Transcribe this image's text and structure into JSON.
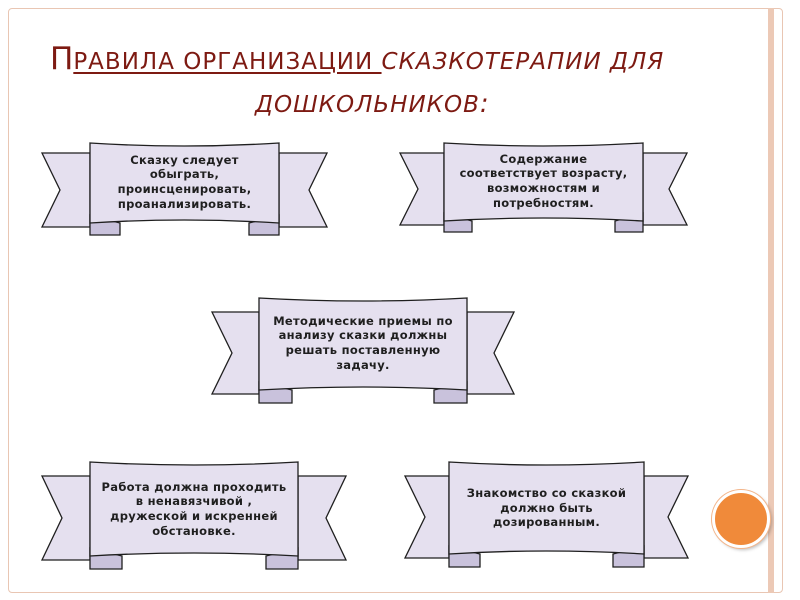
{
  "slide": {
    "title": {
      "line1_cap": "П",
      "line1_under": "РАВИЛА ОРГАНИЗАЦИИ ",
      "line1_rest": "СКАЗКОТЕРАПИИ ДЛЯ",
      "line2": "ДОШКОЛЬНИКОВ",
      "colon": ":"
    },
    "banners": [
      {
        "text": "Сказку следует обыграть, проинсценировать, проанализировать."
      },
      {
        "text": "Содержание соответствует возрасту, возможностям и потребностям."
      },
      {
        "text": "Методические приемы по анализу сказки должны решать поставленную задачу."
      },
      {
        "text": "Работа должна проходить в ненавязчивой , дружеской и искренней обстановке."
      },
      {
        "text": "Знакомство со сказкой должно быть дозированным."
      }
    ]
  },
  "colors": {
    "title": "#7d1a12",
    "banner_fill": "#e5e0ef",
    "banner_fold": "#c9c2dc",
    "banner_stroke": "#1f1f1f",
    "accent_circle": "#f08a3a",
    "frame": "#e9c6b3"
  }
}
